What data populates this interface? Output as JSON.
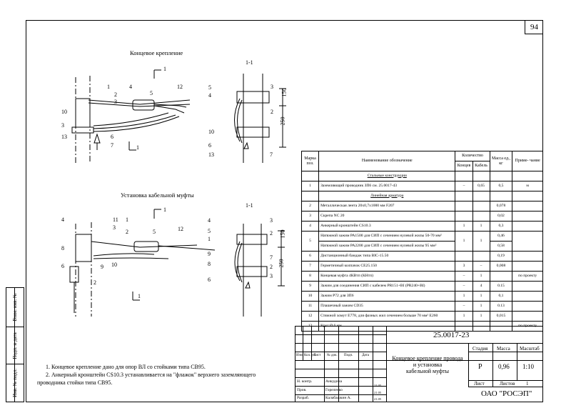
{
  "sheet": {
    "page_number": "94"
  },
  "side_stamp": [
    "Инв. № подл.",
    "Подп. и дата",
    "Взам. инв. №"
  ],
  "drawings": {
    "top_title": "Концевое крепление",
    "bottom_title": "Установка кабельной муфты",
    "section_label": "1-1",
    "section_mark": "1",
    "dim_150": "150",
    "dim_250": "250",
    "top_left_callouts": [
      "1",
      "2",
      "3",
      "4",
      "5",
      "12",
      "10",
      "3",
      "13",
      "6",
      "7"
    ],
    "top_right_callouts": [
      "5",
      "4",
      "3",
      "2",
      "10",
      "6",
      "13",
      "7"
    ],
    "bottom_left_callouts": [
      "4",
      "11",
      "1",
      "3",
      "2",
      "5",
      "12",
      "8",
      "6",
      "10",
      "9",
      "2"
    ],
    "bottom_right_callouts": [
      "4",
      "5",
      "1",
      "9",
      "8",
      "6",
      "3",
      "2",
      "7",
      "2",
      "3"
    ]
  },
  "spec_table": {
    "headers": {
      "mark": "Марка поз.",
      "name": "Наименование обозначение",
      "qty": "Количество",
      "qty_end": "Концев",
      "qty_cable": "Кабель",
      "mass": "Масса ед., кг",
      "note": "Приме- чание"
    },
    "sections": {
      "steel": "Стальные конструкции",
      "linear": "Линейная арматура"
    },
    "rows": [
      {
        "pos": "1",
        "name": "Заземляющий проводник ЗП6 см. 25.0017-43",
        "end": "–",
        "cable": "0,65",
        "mass": "0,5",
        "note": "м"
      },
      {
        "pos": "2",
        "name": "Металлическая лента 20х0,7х1000 мм F207",
        "end": "",
        "cable": "",
        "mass": "0,078",
        "note": ""
      },
      {
        "pos": "3",
        "name": "Скрепа NC 20",
        "end": "",
        "cable": "",
        "mass": "0,02",
        "note": ""
      },
      {
        "pos": "4",
        "name": "Анкерный кронштейн CS10.3",
        "end": "1",
        "cable": "1",
        "mass": "0,3",
        "note": ""
      },
      {
        "pos": "5",
        "name": "Натяжной зажим РА1500 для СИП с сечением нулевой жилы 50-70 мм²",
        "name2": "Натяжной зажим РА2200 для СИП с сечением нулевой жилы 95 мм²",
        "end": "1",
        "cable": "1",
        "mass": "0,46",
        "mass2": "0,58",
        "note": ""
      },
      {
        "pos": "6",
        "name": "Дистанционный бандаж типа BIC-15.50",
        "end": "",
        "cable": "",
        "mass": "0,19",
        "note": ""
      },
      {
        "pos": "7",
        "name": "Герметичный колпачок CE25.150",
        "end": "3",
        "cable": "–",
        "mass": "0,008",
        "note": ""
      },
      {
        "pos": "8",
        "name": "Концевая муфта 4КВтп (КНтп)",
        "end": "–",
        "cable": "1",
        "mass": "",
        "note": "по проекту"
      },
      {
        "pos": "9",
        "name": "Зажим для соединения СИП с кабелем PR151+BI (PR240+BI)",
        "end": "–",
        "cable": "4",
        "mass": "0.15",
        "note": ""
      },
      {
        "pos": "10",
        "name": "Зажим Р72 для  ЗП6",
        "end": "1",
        "cable": "1",
        "mass": "0,1",
        "note": ""
      },
      {
        "pos": "11",
        "name": "Плашечный зажим CD35",
        "end": "–",
        "cable": "1",
        "mass": "0.13",
        "note": ""
      },
      {
        "pos": "12",
        "name": "Стяжной хомут Е778, для фазных жил сечением больше 70 мм² Е260",
        "end": "1",
        "cable": "1",
        "mass": "0,015",
        "note": ""
      },
      {
        "pos": "13",
        "name": "Круг Ø 6 мм",
        "end": "",
        "cable": "",
        "mass": "",
        "note": "по проекту"
      }
    ]
  },
  "notes": [
    "1. Концевое крепление дано для опор ВЛ со стойками типа СВ95.",
    "2. Анкерный кронштейн CS10.3 устанавливается на \"флажок\" верхнего заземляющего",
    "проводника стойки типа СВ95."
  ],
  "title_block": {
    "doc_number": "25.0017-23",
    "title": [
      "Концевое крепление провода",
      "и установка",
      "кабельной муфты"
    ],
    "col_heads": [
      "Изм.",
      "Кол. уч.",
      "Лист",
      "№ док.",
      "Подп.",
      "Дата"
    ],
    "roles": [
      "Н. контр.",
      "Пров.",
      "Разраб."
    ],
    "names": [
      "Анкудина",
      "Гореленко",
      "Калабашкин А."
    ],
    "dates": [
      "21.05",
      "21.05",
      "21.05"
    ],
    "stage_label": "Стадия",
    "mass_label": "Масса",
    "scale_label": "Масштаб",
    "stage": "Р",
    "mass": "0,96",
    "scale": "1:10",
    "sheet_label": "Лист",
    "sheets_label": "Листов",
    "sheets": "1",
    "company": "ОАО \"РОСЭП\""
  }
}
